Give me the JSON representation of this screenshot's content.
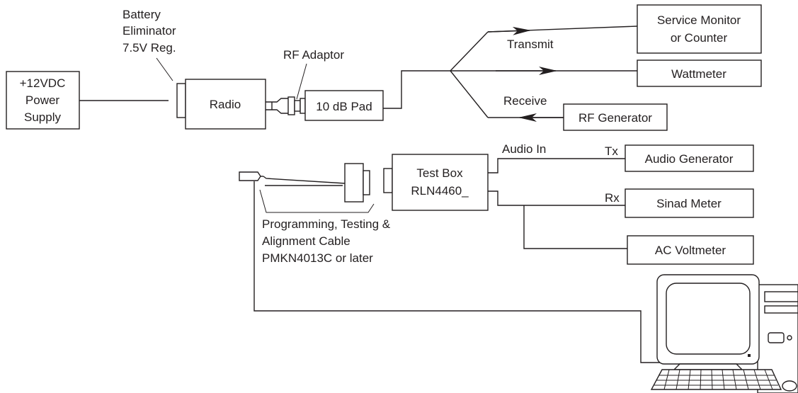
{
  "labels": {
    "power_supply": [
      "+12VDC",
      "Power",
      "Supply"
    ],
    "battery_eliminator": [
      "Battery",
      "Eliminator",
      "7.5V Reg."
    ],
    "radio": "Radio",
    "rf_adaptor": "RF Adaptor",
    "pad": "10 dB Pad",
    "transmit": "Transmit",
    "receive": "Receive",
    "service_monitor": [
      "Service Monitor",
      "or Counter"
    ],
    "wattmeter": "Wattmeter",
    "rf_generator": "RF Generator",
    "test_box": [
      "Test Box",
      "RLN4460_"
    ],
    "audio_in": "Audio In",
    "tx": "Tx",
    "rx": "Rx",
    "audio_generator": "Audio Generator",
    "sinad_meter": "Sinad Meter",
    "ac_voltmeter": "AC Voltmeter",
    "cable": [
      "Programming, Testing &",
      "Alignment Cable",
      "PMKN4013C or later"
    ]
  },
  "icons": {
    "computer": "computer-icon",
    "cable_connector": "cable-connector-icon",
    "rf_connector": "rf-connector-icon"
  }
}
